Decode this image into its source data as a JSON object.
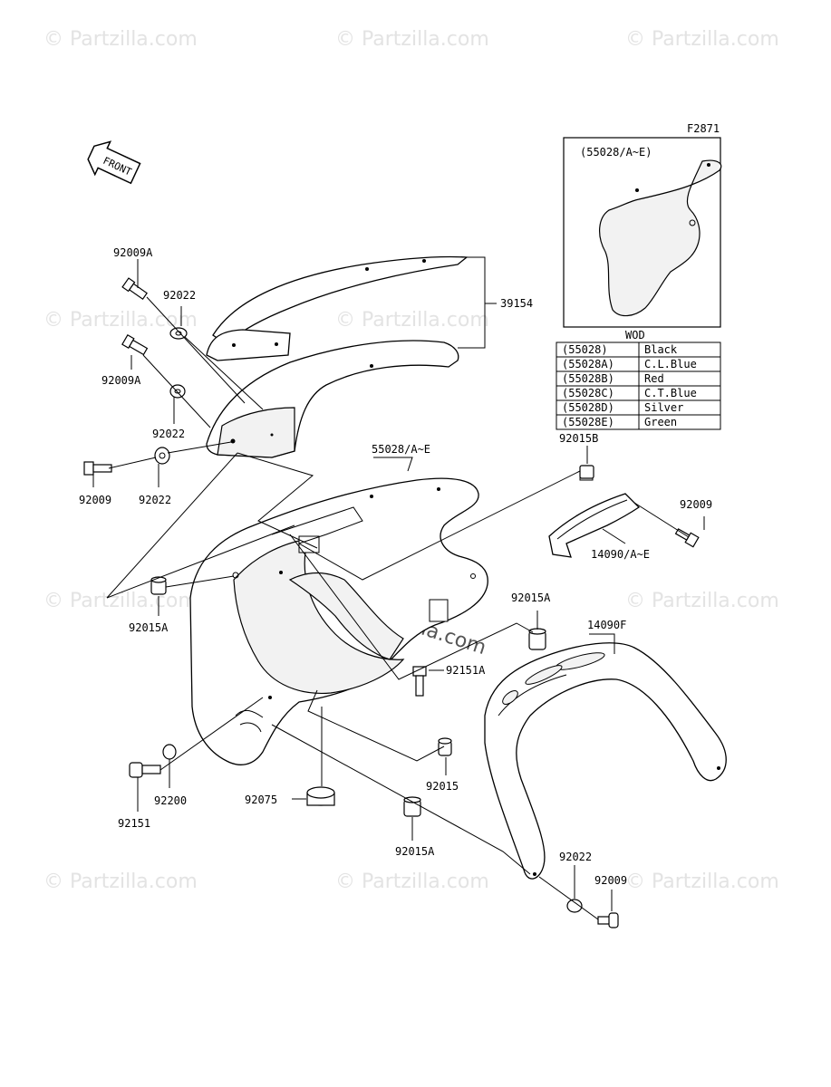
{
  "figure_code": "F2871",
  "watermark": "© Partzilla.com",
  "front_label": "FRONT",
  "inset": {
    "title": "(55028/A~E)"
  },
  "color_table": {
    "header": "WOD",
    "rows": [
      {
        "code": "(55028)",
        "color": "Black"
      },
      {
        "code": "(55028A)",
        "color": "C.L.Blue"
      },
      {
        "code": "(55028B)",
        "color": "Red"
      },
      {
        "code": "(55028C)",
        "color": "C.T.Blue"
      },
      {
        "code": "(55028D)",
        "color": "Silver"
      },
      {
        "code": "(55028E)",
        "color": "Green"
      }
    ]
  },
  "part_labels": {
    "p92009A_top": "92009A",
    "p92022_top": "92022",
    "p92009A_mid": "92009A",
    "p92022_mid": "92022",
    "p92009_left": "92009",
    "p92022_left": "92022",
    "p39154": "39154",
    "p55028": "55028/A~E",
    "p92015B": "92015B",
    "p92009_right": "92009",
    "p14090": "14090/A~E",
    "p92015A_left": "92015A",
    "p92015A_right": "92015A",
    "p14090F": "14090F",
    "p92151A": "92151A",
    "p92015": "92015",
    "p92151": "92151",
    "p92200": "92200",
    "p92075": "92075",
    "p92015A_bottom": "92015A",
    "p92022_bottom": "92022",
    "p92009_bottom": "92009"
  }
}
